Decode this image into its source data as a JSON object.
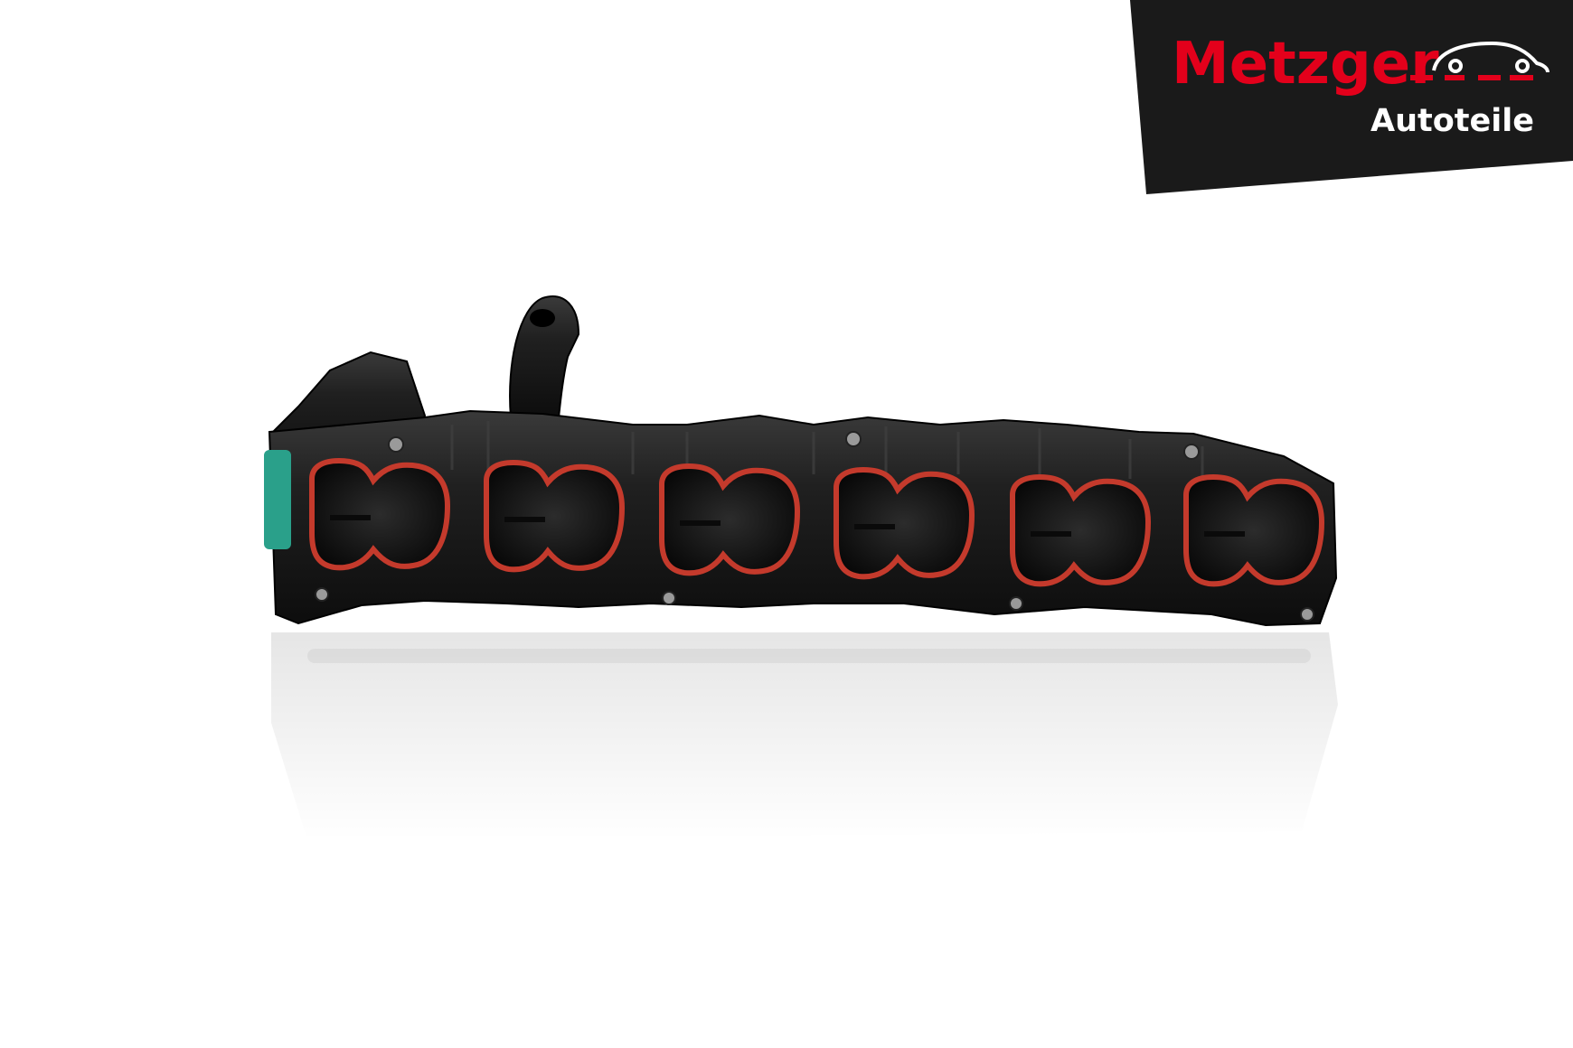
{
  "brand": {
    "name": "Metzger",
    "subtitle": "Autoteile",
    "logo_icon": "car-outline-icon",
    "colors": {
      "brand_red": "#e3001b",
      "panel": "#1a1a1a",
      "white": "#ffffff"
    }
  },
  "product": {
    "icon": "intake-manifold-image",
    "runner_count": 6,
    "colors": {
      "body": "#1c1c1c",
      "gasket": "#c43a2c",
      "connector": "#2aa08a"
    }
  }
}
